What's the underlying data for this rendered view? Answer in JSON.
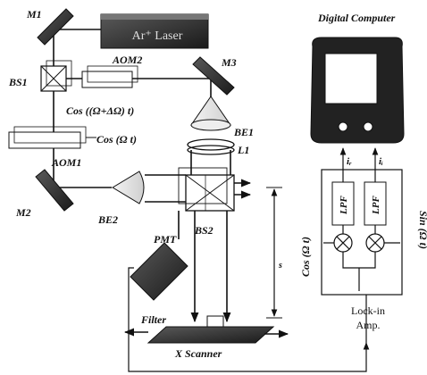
{
  "labels": {
    "M1": "M1",
    "M2": "M2",
    "M3": "M3",
    "laser": "Ar⁺ Laser",
    "BS1": "BS1",
    "BS2": "BS2",
    "AOM2": "AOM2",
    "AOM1": "AOM1",
    "aom2_signal": "Cos ((Ω+ΔΩ) t)",
    "aom1_signal": "Cos (Ω t)",
    "BE1": "BE1",
    "BE2": "BE2",
    "L1": "L1",
    "PMT": "PMT",
    "Filter": "Filter",
    "scanner": "X Scanner",
    "distance": "s",
    "computer": "Digital Computer",
    "ir": "iᵣ",
    "ii": "iᵢ",
    "LPF_left": "LPF",
    "LPF_right": "LPF",
    "cos_ref": "Cos (Ω t)",
    "sin_ref": "Sin (Ω t)",
    "lockin_1": "Lock-in",
    "lockin_2": "Amp."
  }
}
